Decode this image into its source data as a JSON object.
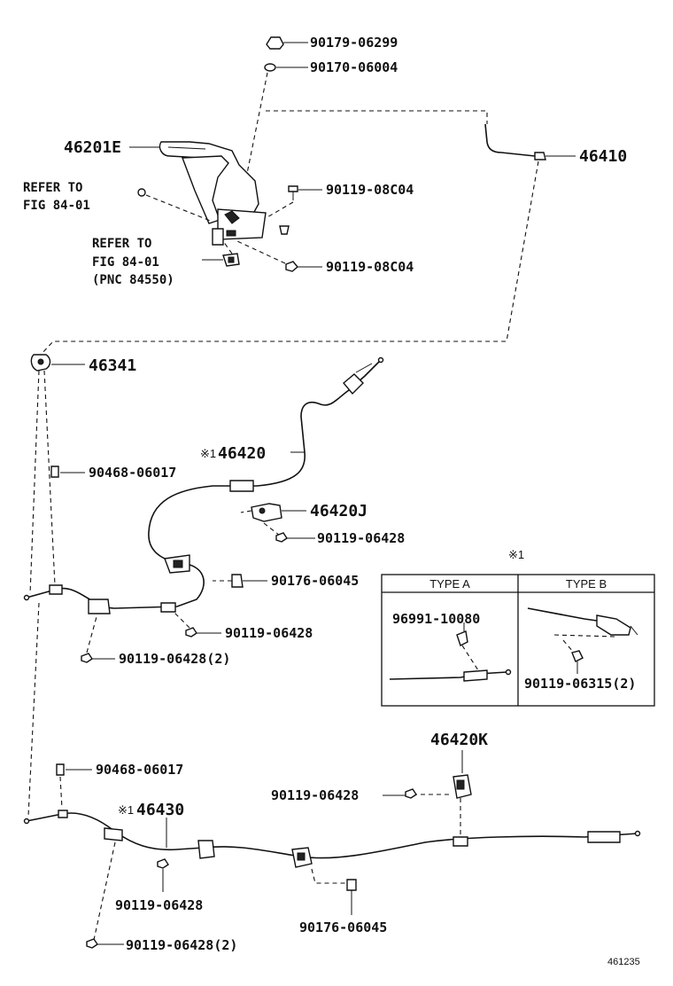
{
  "labels": {
    "nut_top": "90179-06299",
    "washer_top": "90170-06004",
    "lever": "46201E",
    "rod": "46410",
    "refer_to": "REFER TO",
    "fig_84_01_a": "FIG 84-01",
    "bolt_upper": "90119-08C04",
    "fig_84_01_b": "FIG 84-01",
    "pnc": "(PNC 84550)",
    "bolt_lower": "90119-08C04",
    "equalizer": "46341",
    "cable_front_mark": "※1",
    "cable_front": "46420",
    "clip_front": "90468-06017",
    "clamp_j": "46420J",
    "bolt_j": "90119-06428",
    "grommet_front": "90176-06045",
    "bolt_front_clamp": "90119-06428",
    "bolt_front_pair": "90119-06428(2)",
    "clip_rear": "90468-06017",
    "clamp_k": "46420K",
    "bolt_k": "90119-06428",
    "cable_rear_mark": "※1",
    "cable_rear": "46430",
    "bolt_rear_clamp": "90119-06428",
    "grommet_rear": "90176-06045",
    "bolt_rear_pair": "90119-06428(2)",
    "diagram_no": "461235"
  },
  "inset": {
    "mark": "※1",
    "type_a": "TYPE A",
    "type_b": "TYPE B",
    "part_a": "96991-10080",
    "part_b": "90119-06315(2)"
  }
}
